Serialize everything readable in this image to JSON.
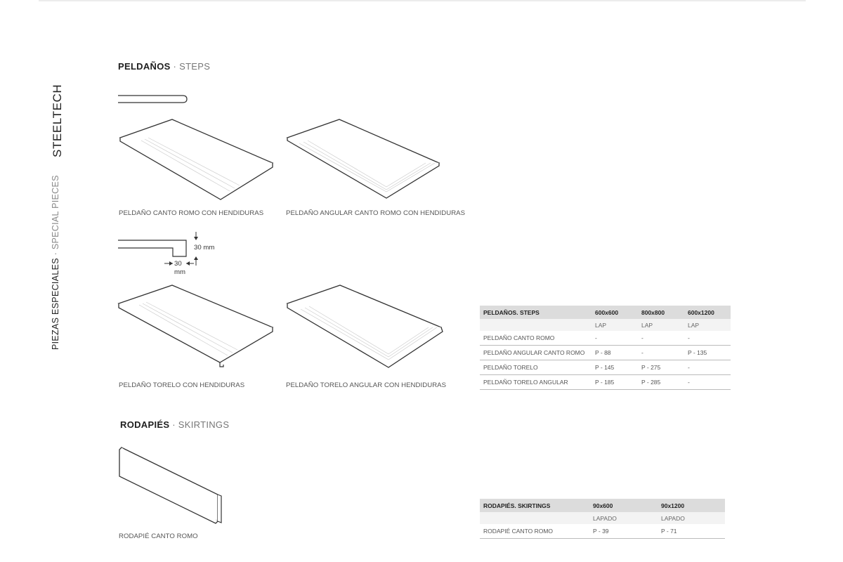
{
  "sidebar": {
    "brand": "STEELTECH",
    "pieces_es": "PIEZAS ESPECIALES",
    "separator": " · ",
    "pieces_en": "SPECIAL PIECES"
  },
  "steps": {
    "title_es": "PELDAÑOS",
    "separator": " · ",
    "title_en": "STEPS",
    "captions": [
      "PELDAÑO CANTO ROMO CON HENDIDURAS",
      "PELDAÑO ANGULAR CANTO ROMO CON HENDIDURAS",
      "PELDAÑO TORELO CON HENDIDURAS",
      "PELDAÑO TORELO ANGULAR CON HENDIDURAS"
    ],
    "dimension_vertical": "30 mm",
    "dimension_horizontal_value": "30",
    "dimension_horizontal_unit": "mm"
  },
  "skirtings": {
    "title_es": "RODAPIÉS",
    "separator": " · ",
    "title_en": "SKIRTINGS",
    "caption": "RODAPIÉ CANTO ROMO"
  },
  "steps_table": {
    "headers": [
      "PELDAÑOS. STEPS",
      "600x600",
      "800x800",
      "600x1200"
    ],
    "subheaders": [
      "",
      "LAP",
      "LAP",
      "LAP"
    ],
    "rows": [
      [
        "PELDAÑO CANTO ROMO",
        "-",
        "-",
        "-"
      ],
      [
        "PELDAÑO ANGULAR CANTO ROMO",
        "P - 88",
        "-",
        "P - 135"
      ],
      [
        "PELDAÑO TORELO",
        "P - 145",
        "P - 275",
        "-"
      ],
      [
        "PELDAÑO TORELO ANGULAR",
        "P - 185",
        "P - 285",
        "-"
      ]
    ]
  },
  "skirtings_table": {
    "headers": [
      "RODAPIÉS. SKIRTINGS",
      "90x600",
      "90x1200"
    ],
    "subheaders": [
      "",
      "LAPADO",
      "LAPADO"
    ],
    "rows": [
      [
        "RODAPIÉ CANTO ROMO",
        "P - 39",
        "P - 71"
      ]
    ]
  }
}
